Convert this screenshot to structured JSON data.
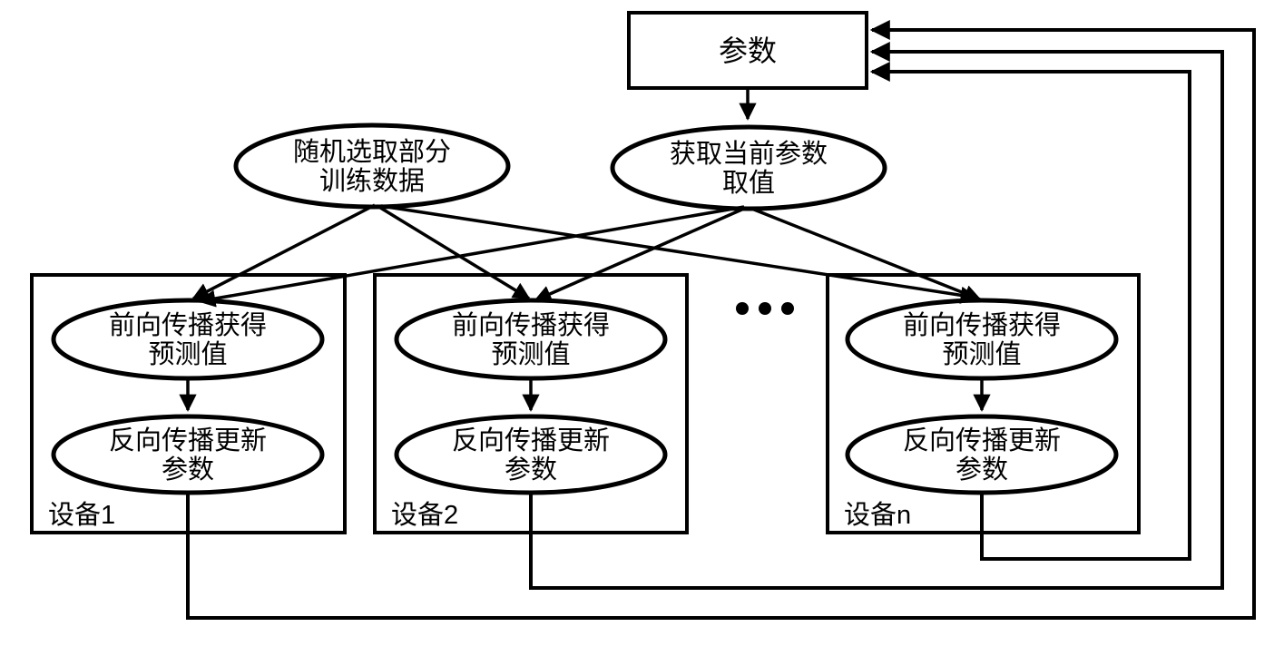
{
  "colors": {
    "stroke": "#000000",
    "background": "#ffffff"
  },
  "diagram": {
    "param_box": {
      "label": "参数"
    },
    "select_data": {
      "line1": "随机选取部分",
      "line2": "训练数据"
    },
    "get_params": {
      "line1": "获取当前参数",
      "line2": "取值"
    },
    "forward": {
      "line1": "前向传播获得",
      "line2": "预测值"
    },
    "backward": {
      "line1": "反向传播更新",
      "line2": "参数"
    },
    "devices": [
      {
        "label": "设备1"
      },
      {
        "label": "设备2"
      },
      {
        "label": "设备n"
      }
    ],
    "ellipsis_icon": "three-dots"
  }
}
